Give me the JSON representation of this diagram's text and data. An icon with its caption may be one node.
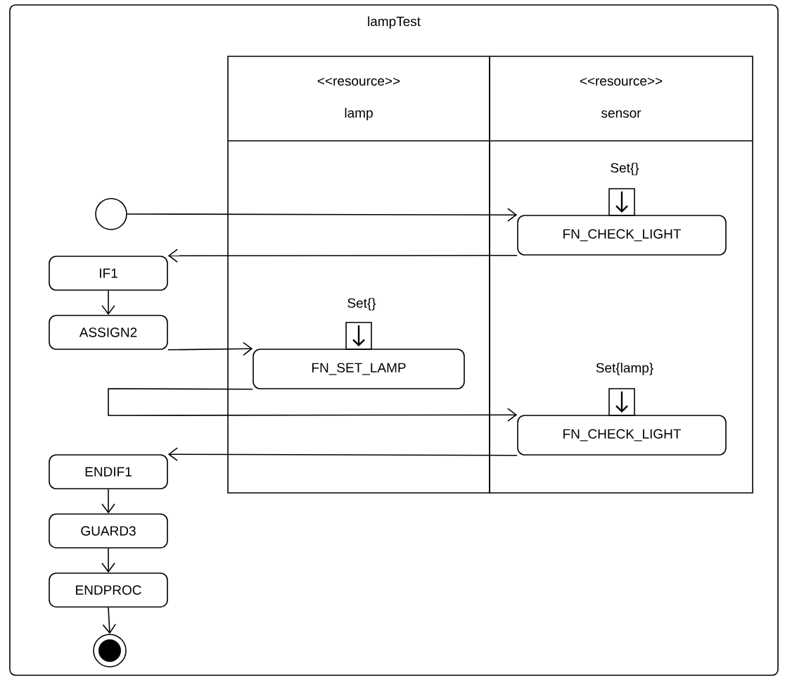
{
  "diagram": {
    "nodes": [
      {
        "text": [
          "lampTest"
        ]
      },
      {
        "text": [
          "<<resource>>",
          "lamp"
        ],
        "in": 0
      },
      {
        "text": [
          "<<resource>>",
          "sensor"
        ],
        "in": 0
      },
      {
        "text": [],
        "shape": "circle",
        "in": 0
      },
      {
        "text": [
          "FN_CHECK_LIGHT"
        ],
        "beside": [
          "Set{}"
        ],
        "in": 2
      },
      {
        "text": [
          "IF1"
        ],
        "in": 0
      },
      {
        "text": [
          "ASSIGN2"
        ],
        "in": 0
      },
      {
        "text": [
          "FN_SET_LAMP"
        ],
        "beside": [
          "Set{}"
        ],
        "in": 1
      },
      {
        "text": [
          "FN_CHECK_LIGHT"
        ],
        "beside": [
          "Set{lamp}"
        ],
        "in": 2
      },
      {
        "text": [
          "ENDIF1"
        ],
        "in": 0
      },
      {
        "text": [
          "GUARD3"
        ],
        "in": 0
      },
      {
        "text": [
          "ENDPROC"
        ],
        "in": 0
      },
      {
        "text": [],
        "shape": "circle",
        "in": 0
      }
    ],
    "edges": [
      {
        "from": 3,
        "to": 4,
        "arrow": "to"
      },
      {
        "from": 4,
        "to": 5,
        "arrow": "to"
      },
      {
        "from": 5,
        "to": 6,
        "arrow": "to"
      },
      {
        "from": 6,
        "to": 7,
        "arrow": "to"
      },
      {
        "from": 7,
        "to": 8,
        "arrow": "to"
      },
      {
        "from": 8,
        "to": 9,
        "arrow": "to"
      },
      {
        "from": 9,
        "to": 10,
        "arrow": "to"
      },
      {
        "from": 10,
        "to": 11,
        "arrow": "to"
      },
      {
        "from": 11,
        "to": 12,
        "arrow": "to"
      }
    ]
  }
}
